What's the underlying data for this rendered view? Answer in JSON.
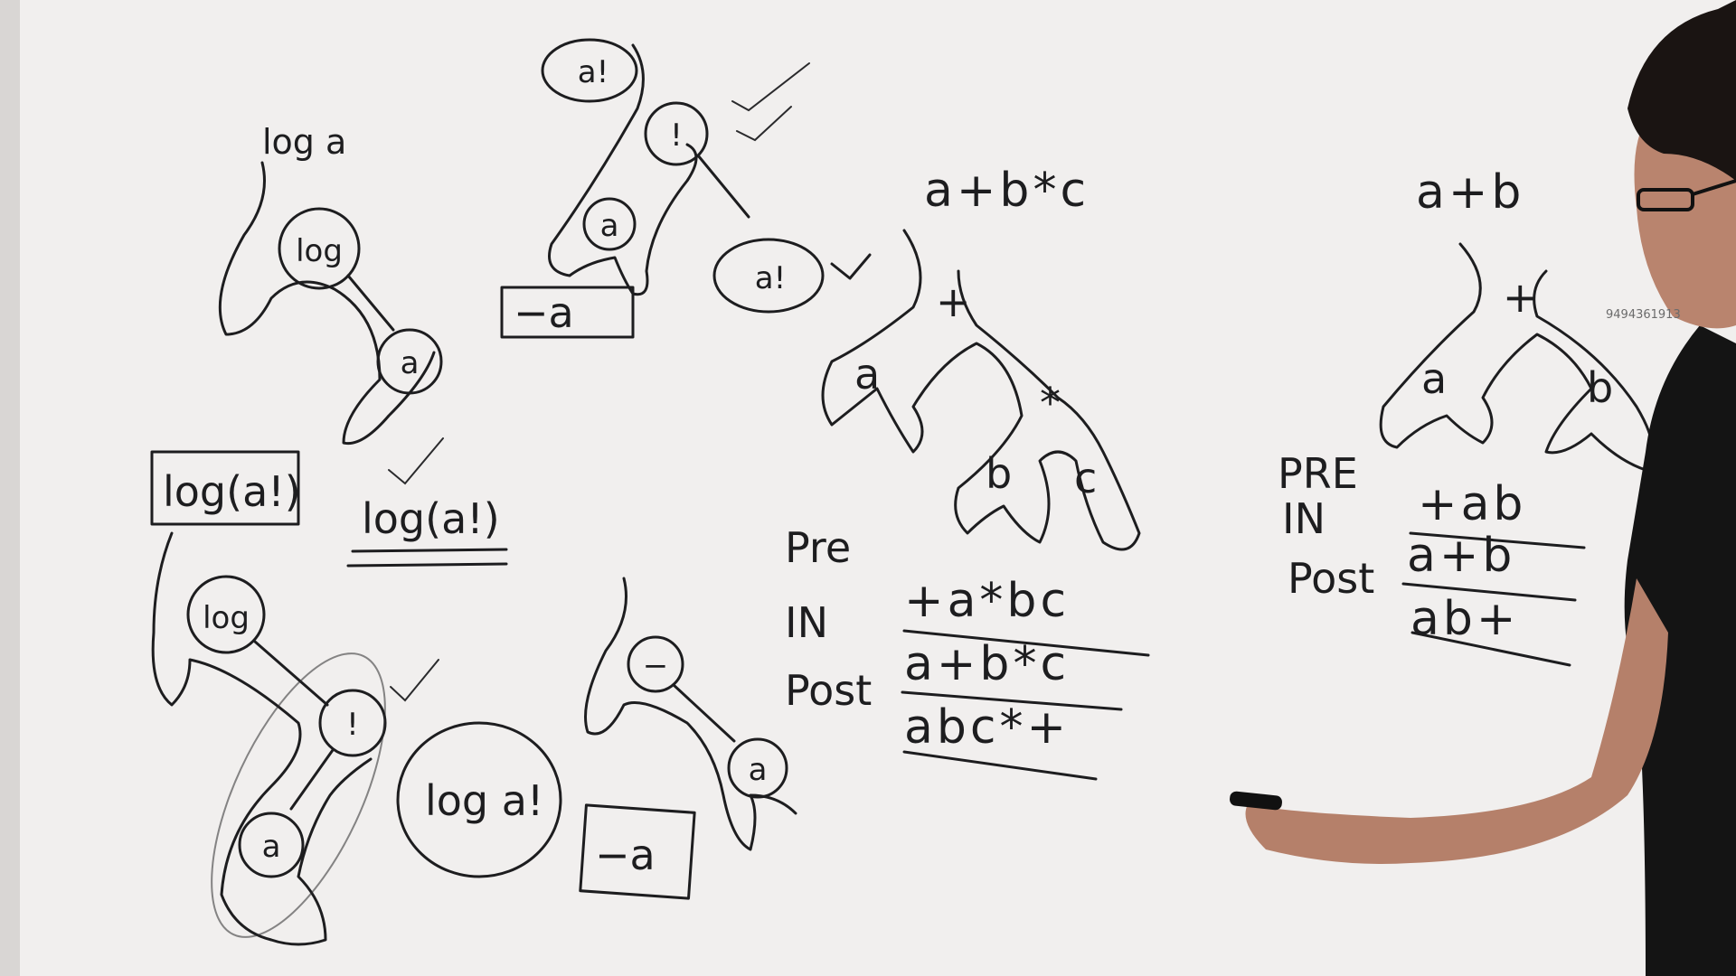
{
  "watermark": "9494361913",
  "tree_log_a": {
    "title": "log a",
    "root": "log",
    "child": "a"
  },
  "tree_a_fact": {
    "top": "a!",
    "root": "!",
    "child": "a",
    "result": "a!",
    "box": "−a"
  },
  "expr_boxed": "log(a!)",
  "expr_underlined": "log(a!)",
  "tree_log_a_fact": {
    "root": "log",
    "mid": "!",
    "leaf": "a",
    "result": "log a!"
  },
  "tree_neg_a": {
    "root": "−",
    "child": "a",
    "box": "−a"
  },
  "tree_abc": {
    "title": "a+b*c",
    "root": "+",
    "left": "a",
    "mul": "*",
    "b": "b",
    "c": "c",
    "pre_label": "Pre",
    "pre": "+a*bc",
    "in_label": "IN",
    "in": "a+b*c",
    "post_label": "Post",
    "post": "abc*+"
  },
  "tree_ab": {
    "title": "a+b",
    "root": "+",
    "left": "a",
    "right": "b",
    "pre_label": "PRE",
    "pre": "+ab",
    "in_label": "IN",
    "in": "a+b",
    "post_label": "Post",
    "post": "ab+"
  }
}
